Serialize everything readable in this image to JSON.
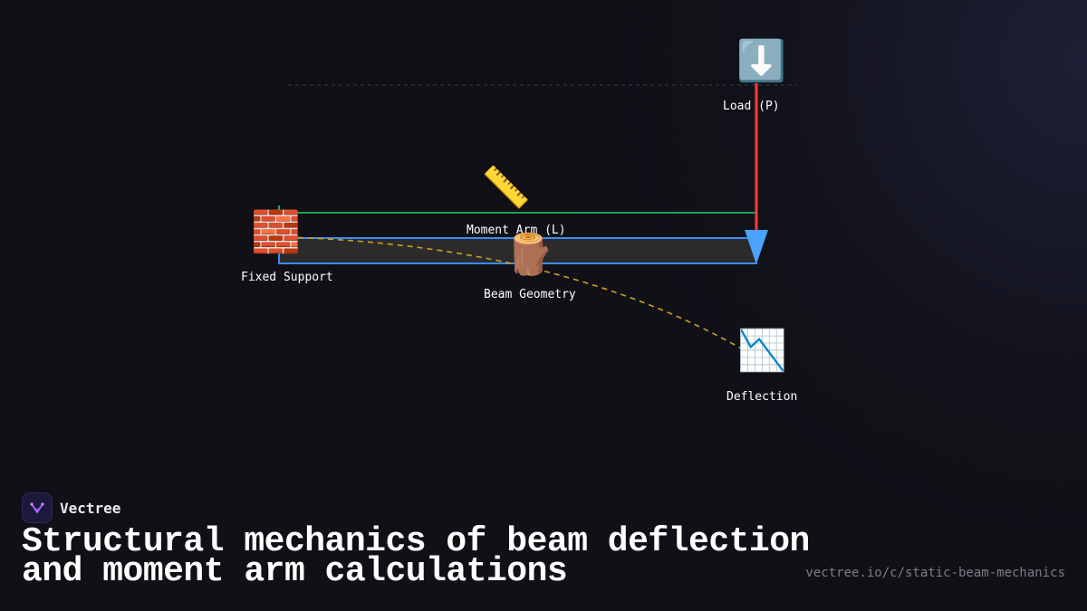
{
  "diagram": {
    "nodes": {
      "load": {
        "label": "Load (P)",
        "icon": "down-arrow-icon"
      },
      "moment_arm": {
        "label": "Moment Arm (L)",
        "icon": "ruler-icon"
      },
      "fixed_support": {
        "label": "Fixed Support",
        "icon": "brick-icon"
      },
      "beam": {
        "label": "Beam Geometry",
        "icon": "wood-log-icon"
      },
      "deflection": {
        "label": "Deflection",
        "icon": "chart-decreasing-icon"
      }
    },
    "colors": {
      "load_line": "#ff3b3b",
      "moment_arm_line": "#22d36b",
      "beam_outline": "#3b8cff",
      "beam_fill": "#2b2b2b",
      "deflection_curve": "#c9a227",
      "arrowhead": "#4aa3ff"
    }
  },
  "footer": {
    "brand_name": "Vectree",
    "title_line1": "Structural mechanics of beam deflection",
    "title_line2": "and moment arm calculations",
    "url": "vectree.io/c/static-beam-mechanics"
  }
}
